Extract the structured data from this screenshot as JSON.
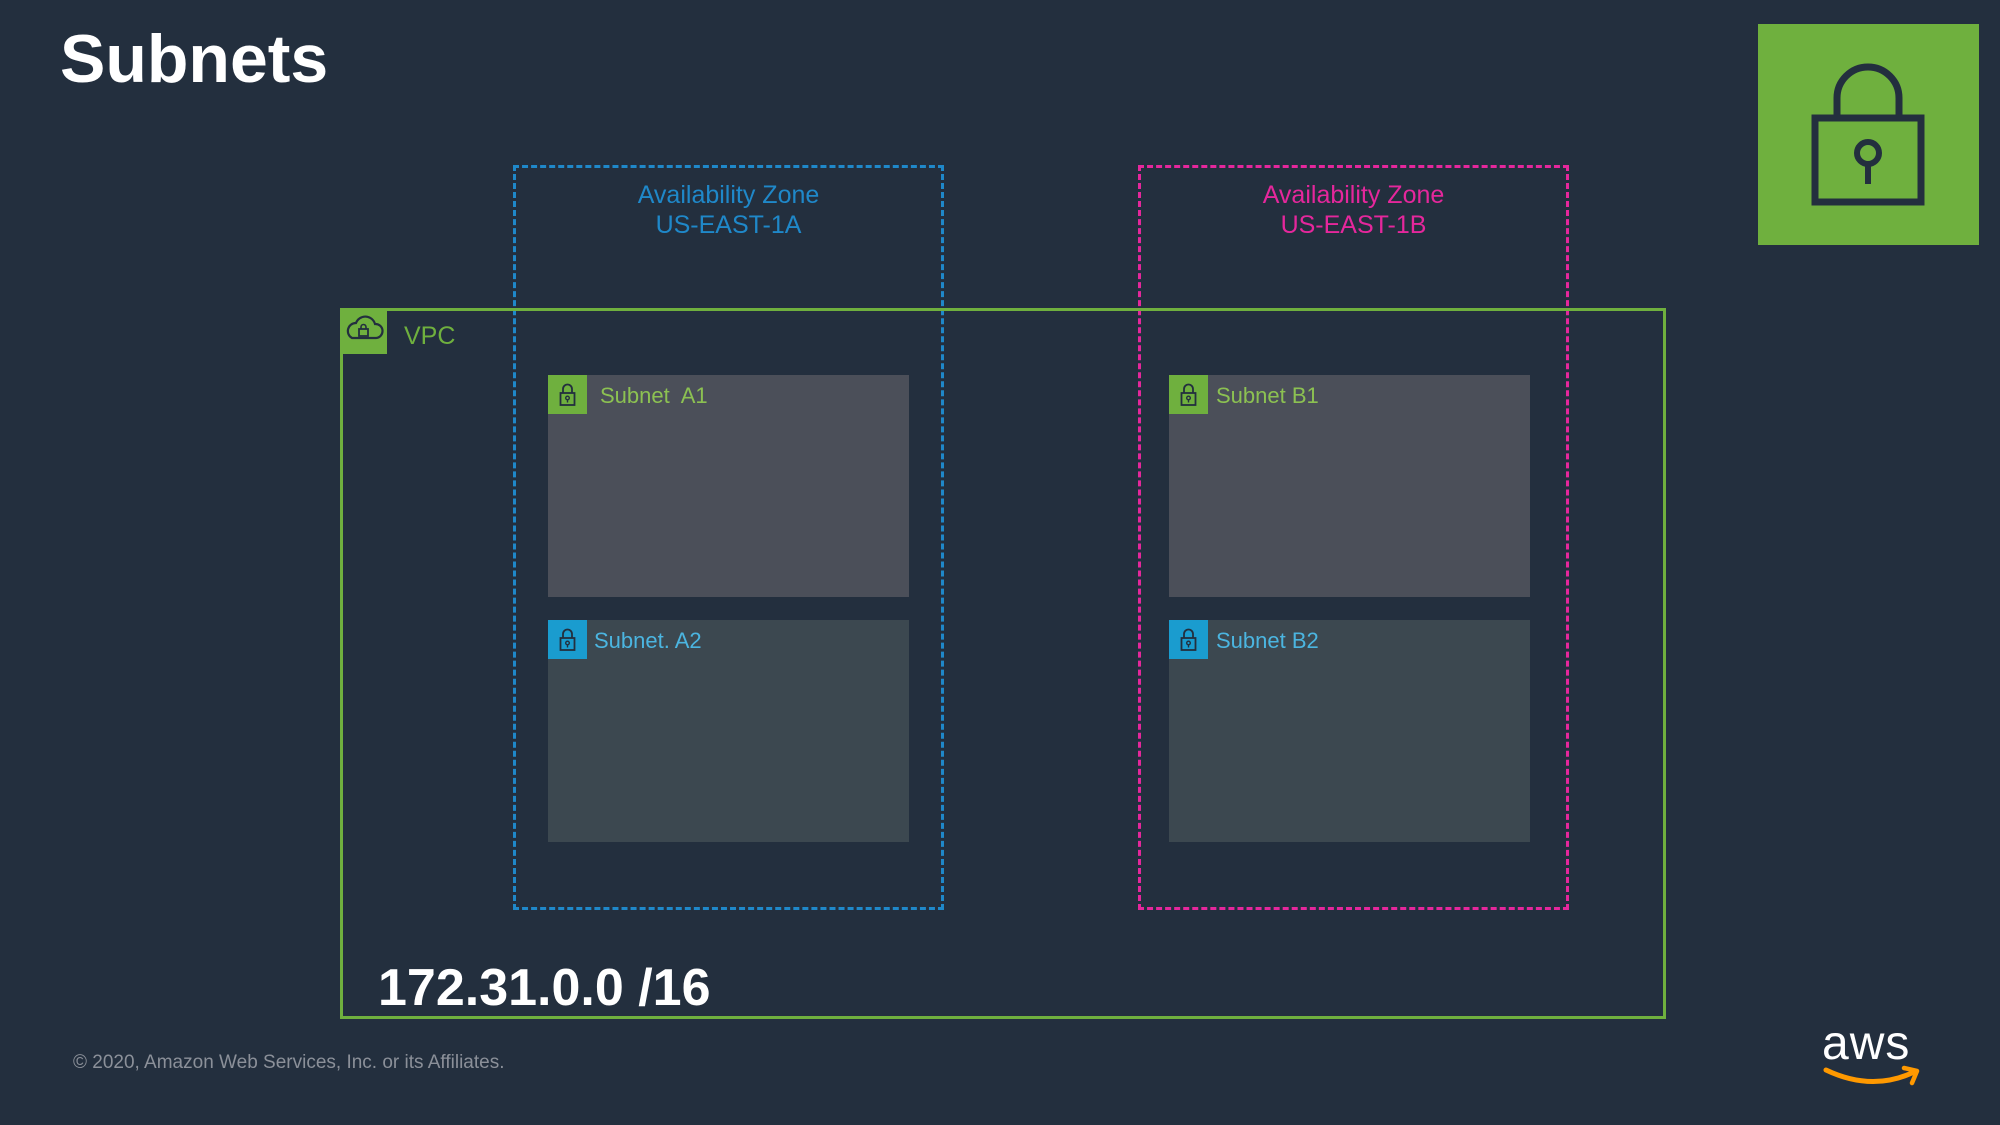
{
  "slide": {
    "title": "Subnets",
    "copyright": "© 2020, Amazon Web Services, Inc. or its Affiliates.",
    "logo_text": "aws"
  },
  "vpc": {
    "label": "VPC",
    "cidr": "172.31.0.0 /16"
  },
  "availability_zones": [
    {
      "line1": "Availability Zone",
      "line2": "US-EAST-1A",
      "color": "#1f88c9"
    },
    {
      "line1": "Availability Zone",
      "line2": "US-EAST-1B",
      "color": "#e5279c"
    }
  ],
  "subnets": {
    "a1": {
      "label": "Subnet  A1",
      "kind": "public",
      "icon": "lock-icon"
    },
    "a2": {
      "label": "Subnet. A2",
      "kind": "private",
      "icon": "lock-icon"
    },
    "b1": {
      "label": "Subnet B1",
      "kind": "public",
      "icon": "lock-icon"
    },
    "b2": {
      "label": "Subnet B2",
      "kind": "private",
      "icon": "lock-icon"
    }
  },
  "colors": {
    "background": "#232f3e",
    "vpc_green": "#6fb03e",
    "public_subnet": "#4b4f59",
    "private_subnet": "#3c4850",
    "aws_orange": "#ff9900"
  }
}
